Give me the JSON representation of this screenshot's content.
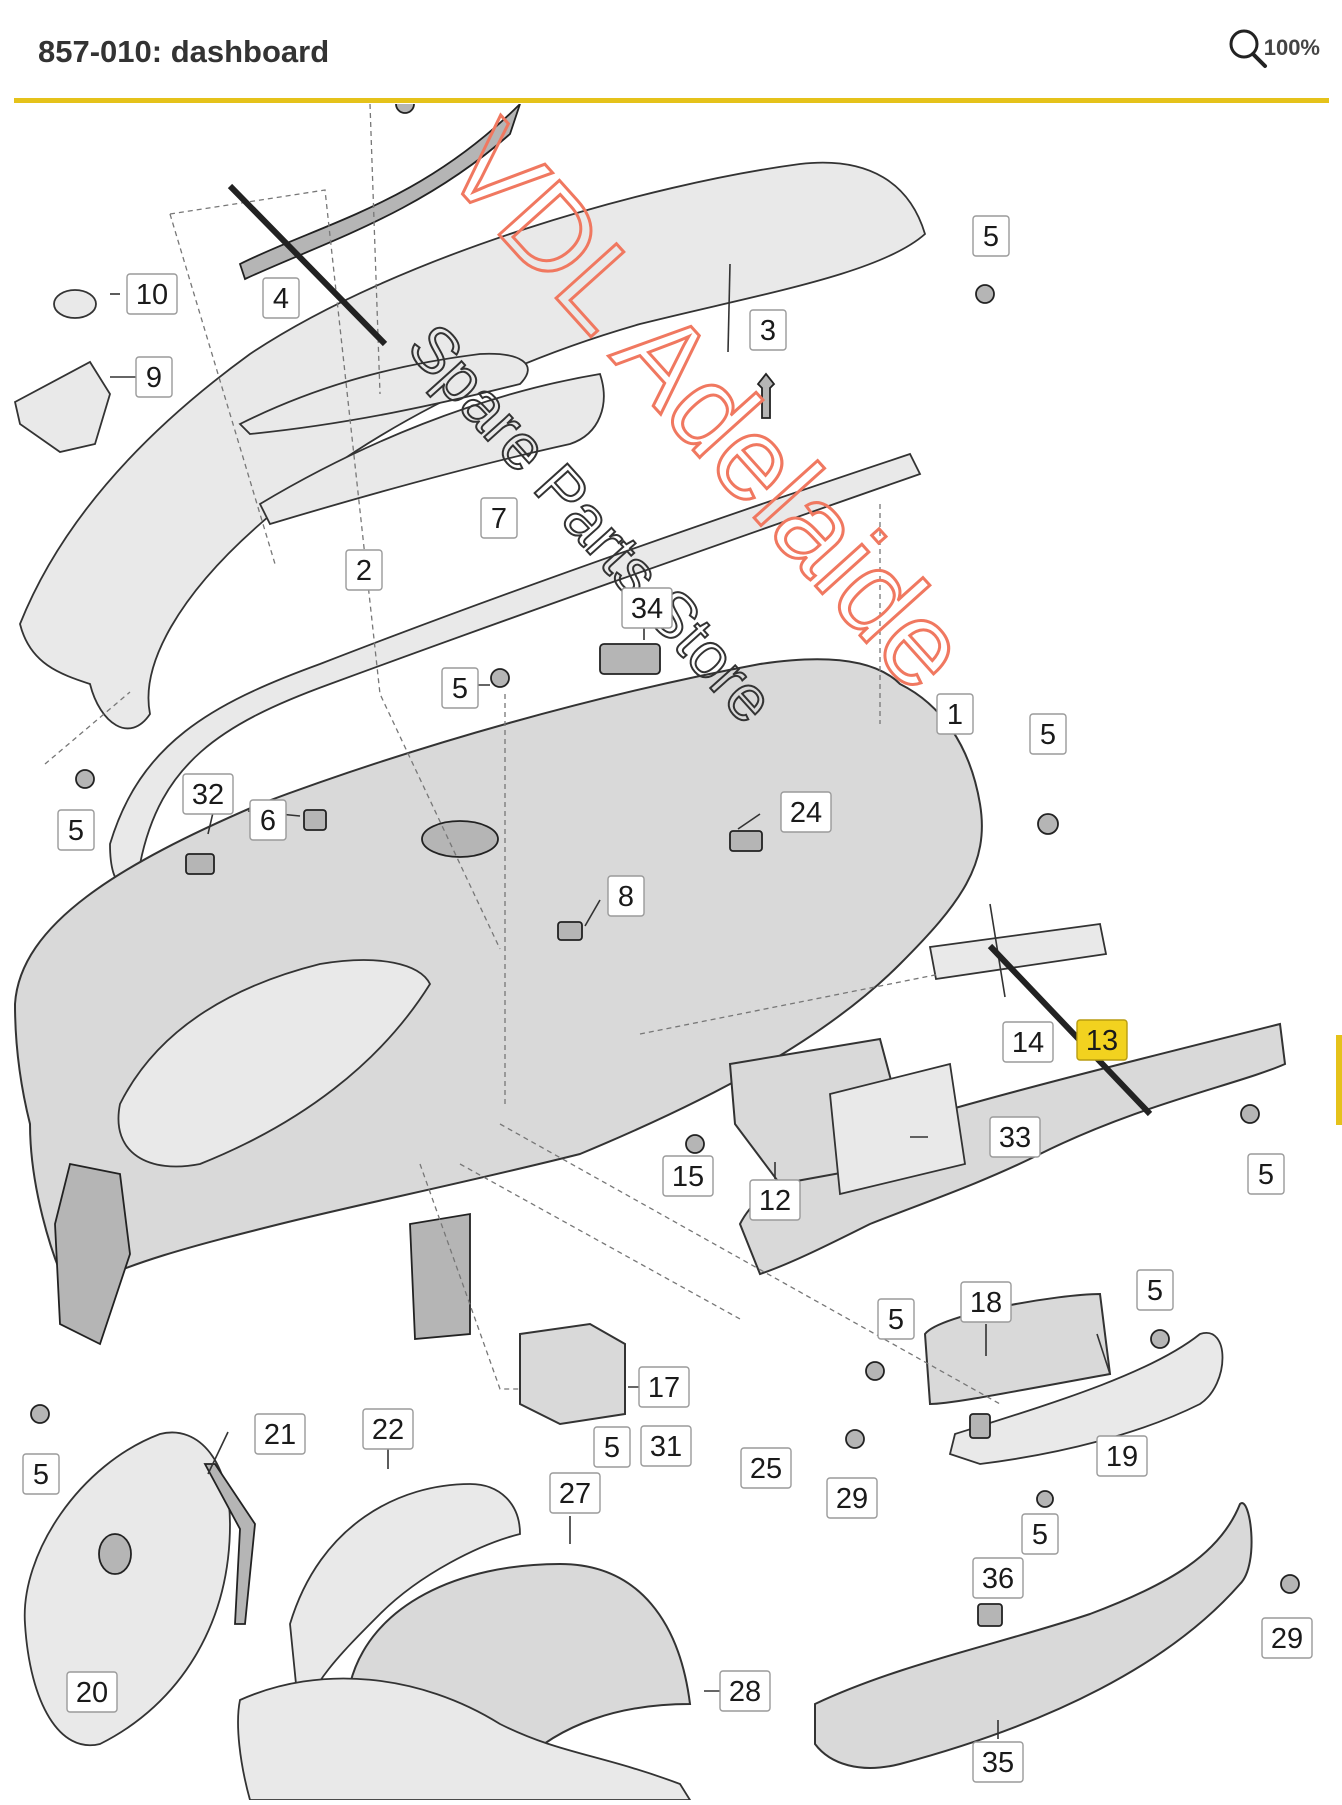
{
  "header": {
    "title": "857-010: dashboard",
    "zoom_label": "100%",
    "accent_color": "#e5c21a"
  },
  "diagram": {
    "callouts": [
      "1",
      "2",
      "3",
      "4",
      "5",
      "6",
      "7",
      "8",
      "9",
      "10",
      "12",
      "13",
      "14",
      "15",
      "17",
      "18",
      "19",
      "20",
      "21",
      "22",
      "24",
      "25",
      "27",
      "28",
      "29",
      "31",
      "32",
      "33",
      "34",
      "35",
      "36"
    ],
    "highlighted": "13"
  },
  "watermark": {
    "line1": "VDL Adelaide",
    "line2": "Spare Parts Store",
    "color": "#f07860"
  }
}
